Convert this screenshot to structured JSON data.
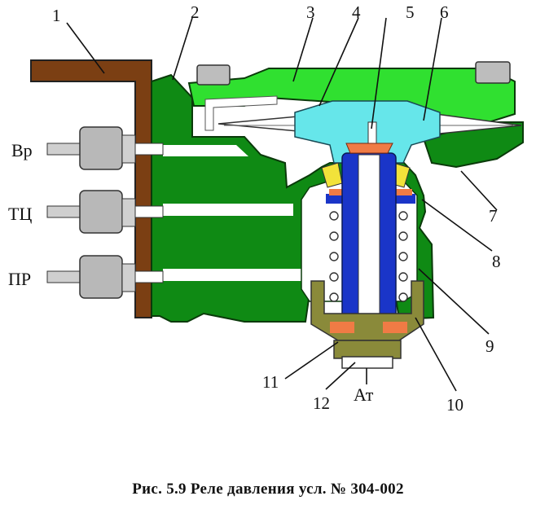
{
  "figure": {
    "caption": "Рис.  5.9   Реле давления  усл. № 304-002",
    "numbers": [
      "1",
      "2",
      "3",
      "4",
      "5",
      "6",
      "7",
      "8",
      "9",
      "10",
      "11",
      "12"
    ],
    "ports": {
      "vr": "Вр",
      "tc": "ТЦ",
      "pr": "ПР",
      "at": "Ат"
    },
    "colors": {
      "body": "#0f8a14",
      "cover": "#30e030",
      "bracket": "#7b3f13",
      "diaphragm_cup": "#66e6ea",
      "stem": "#1a35c8",
      "orange_seat": "#f07b45",
      "yellow_seal": "#f2e23a",
      "spring_cap": "#8a8a3a"
    }
  }
}
